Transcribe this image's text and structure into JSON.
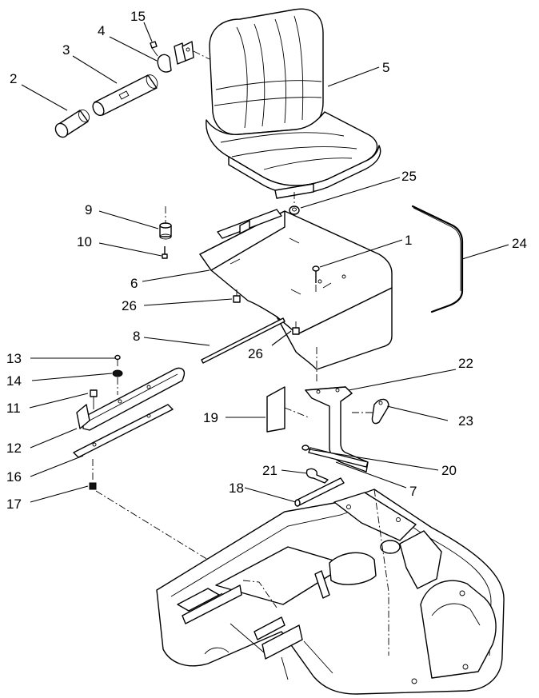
{
  "callouts": {
    "c1": "1",
    "c2": "2",
    "c3": "3",
    "c4": "4",
    "c5": "5",
    "c6": "6",
    "c7": "7",
    "c8": "8",
    "c9": "9",
    "c10": "10",
    "c11": "11",
    "c12": "12",
    "c13": "13",
    "c14": "14",
    "c15": "15",
    "c16": "16",
    "c17": "17",
    "c18": "18",
    "c19": "19",
    "c20": "20",
    "c21": "21",
    "c22": "22",
    "c23": "23",
    "c24": "24",
    "c25": "25",
    "c26a": "26",
    "c26b": "26"
  }
}
